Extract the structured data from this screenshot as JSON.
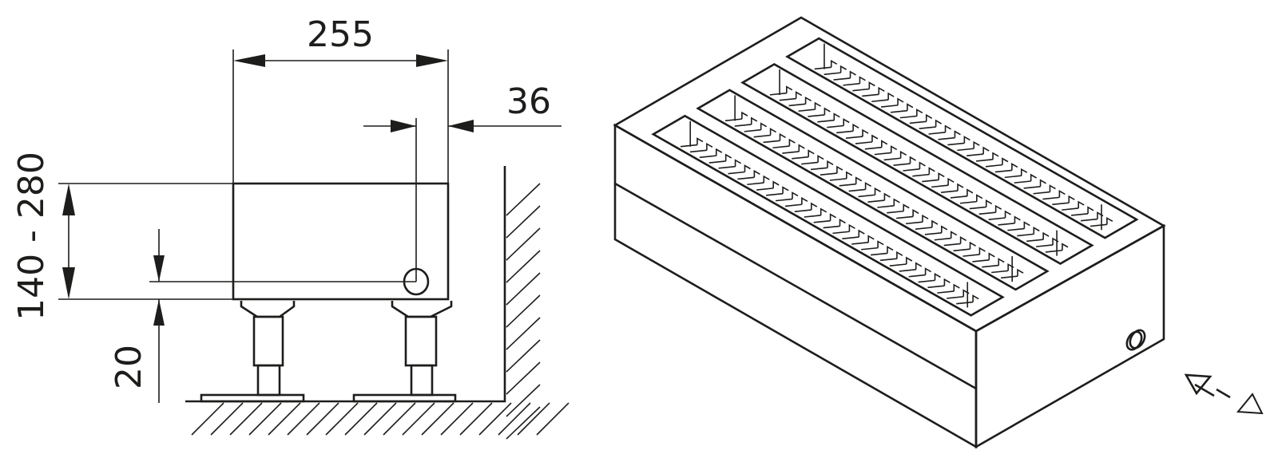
{
  "side_view": {
    "width_label": "255",
    "offset_label": "36",
    "height_label": "140 - 280",
    "foot_label": "20"
  },
  "iso_view": {
    "slot_count": 4,
    "fins_per_slot": 30
  },
  "colors": {
    "line": "#1d1d1b",
    "background": "#ffffff"
  }
}
